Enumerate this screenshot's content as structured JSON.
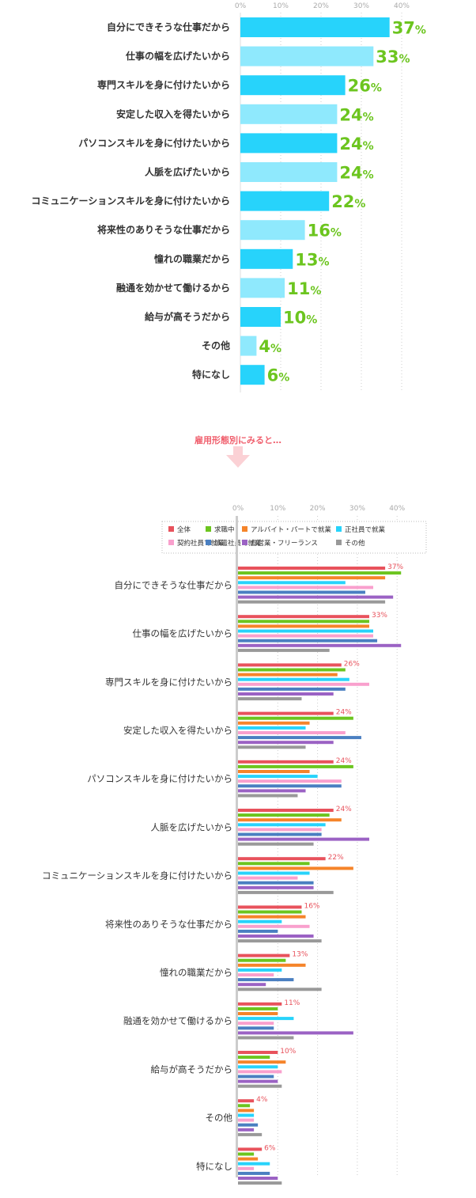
{
  "divider": {
    "text": "雇用形態別にみると…"
  },
  "chart_data": [
    {
      "type": "bar",
      "orientation": "horizontal",
      "xlim": [
        0,
        40
      ],
      "tick_labels": [
        "0%",
        "10%",
        "20%",
        "30%",
        "40%"
      ],
      "value_suffix": "%",
      "grid": true,
      "colors": {
        "dark": "#27d3fb",
        "light": "#8fe9fd",
        "value_label": "#6cc51f",
        "tick": "#aaaaaa"
      },
      "categories": [
        "自分にできそうな仕事だから",
        "仕事の幅を広げたいから",
        "専門スキルを身に付けたいから",
        "安定した収入を得たいから",
        "パソコンスキルを身に付けたいから",
        "人脈を広げたいから",
        "コミュニケーションスキルを身に付けたいから",
        "将来性のありそうな仕事だから",
        "憧れの職業だから",
        "融通を効かせて働けるから",
        "給与が高そうだから",
        "その他",
        "特になし"
      ],
      "values": [
        37,
        33,
        26,
        24,
        24,
        24,
        22,
        16,
        13,
        11,
        10,
        4,
        6
      ]
    },
    {
      "type": "bar",
      "orientation": "horizontal",
      "grouped": true,
      "xlim": [
        0,
        40
      ],
      "tick_labels": [
        "0%",
        "10%",
        "20%",
        "30%",
        "40%"
      ],
      "value_suffix": "%",
      "grid": true,
      "legend_position": "top",
      "categories": [
        "自分にできそうな仕事だから",
        "仕事の幅を広げたいから",
        "専門スキルを身に付けたいから",
        "安定した収入を得たいから",
        "パソコンスキルを身に付けたいから",
        "人脈を広げたいから",
        "コミュニケーションスキルを身に付けたいから",
        "将来性のありそうな仕事だから",
        "憧れの職業だから",
        "融通を効かせて働けるから",
        "給与が高そうだから",
        "その他",
        "特になし"
      ],
      "series": [
        {
          "name": "全体",
          "color": "#e8525c",
          "labeled": true,
          "values": [
            37,
            33,
            26,
            24,
            24,
            24,
            22,
            16,
            13,
            11,
            10,
            4,
            6
          ]
        },
        {
          "name": "求職中",
          "color": "#6cc51f",
          "values": [
            41,
            33,
            27,
            29,
            29,
            23,
            18,
            16,
            12,
            10,
            8,
            3,
            4
          ]
        },
        {
          "name": "アルバイト・パートで就業",
          "color": "#f5842a",
          "values": [
            37,
            33,
            25,
            18,
            18,
            26,
            29,
            17,
            17,
            10,
            12,
            4,
            5
          ]
        },
        {
          "name": "正社員で就業",
          "color": "#27d3fb",
          "values": [
            27,
            34,
            28,
            17,
            20,
            22,
            18,
            11,
            11,
            14,
            10,
            4,
            8
          ]
        },
        {
          "name": "契約社員で就業",
          "color": "#f9a0cd",
          "values": [
            34,
            34,
            33,
            27,
            26,
            21,
            15,
            18,
            9,
            9,
            11,
            4,
            4
          ]
        },
        {
          "name": "派遣社員で就業",
          "color": "#4a7fc1",
          "values": [
            32,
            35,
            27,
            31,
            26,
            21,
            19,
            10,
            14,
            9,
            9,
            5,
            8
          ]
        },
        {
          "name": "自営業・フリーランス",
          "color": "#9b62c4",
          "values": [
            39,
            41,
            24,
            24,
            17,
            33,
            19,
            19,
            7,
            29,
            10,
            4,
            10
          ]
        },
        {
          "name": "その他",
          "color": "#999999",
          "values": [
            37,
            23,
            16,
            17,
            15,
            19,
            24,
            21,
            21,
            14,
            11,
            6,
            11
          ]
        }
      ]
    }
  ]
}
